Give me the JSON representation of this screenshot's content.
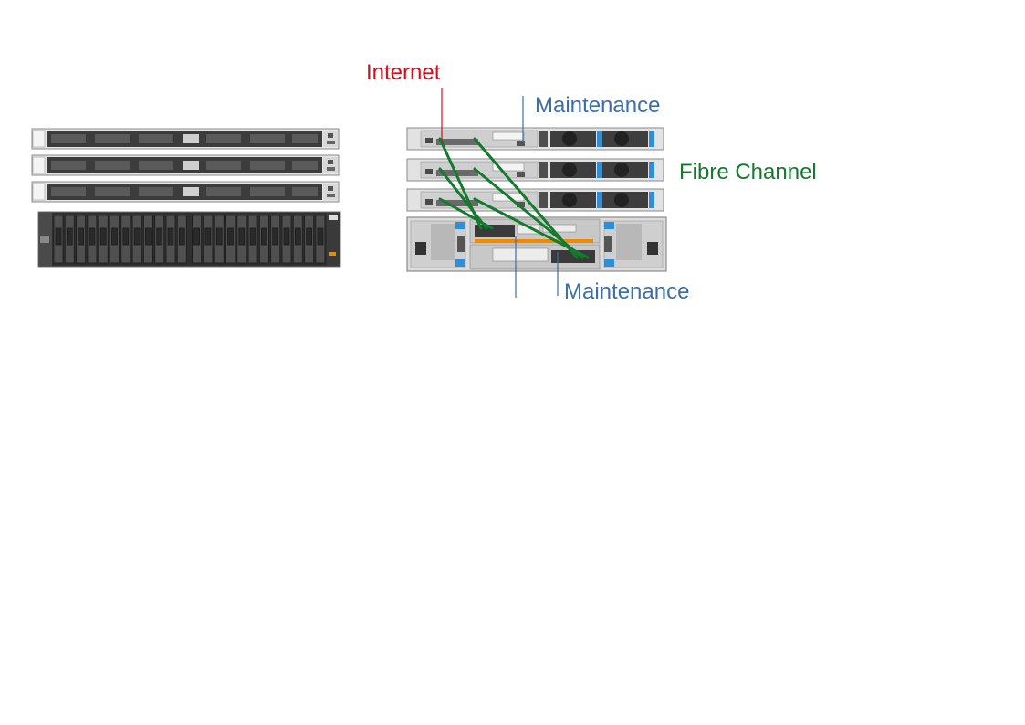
{
  "labels": {
    "internet": "Internet",
    "maintenance_top": "Maintenance",
    "fibre_channel": "Fibre Channel",
    "maintenance_bottom": "Maintenance"
  },
  "colors": {
    "internet": "#d0101c",
    "maintenance": "#3c6ea8",
    "fibre_channel": "#137a2e",
    "chassis_dark": "#3a3a3a",
    "chassis_light": "#e4e4e4",
    "psu_blue": "#2e8fd8",
    "accent_orange": "#f08a00"
  }
}
